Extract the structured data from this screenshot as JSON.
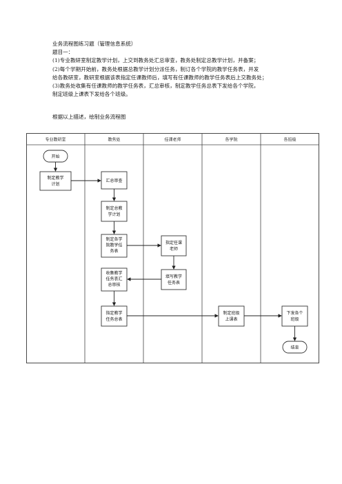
{
  "document": {
    "heading": "业务流程图练习题（管理信息系统）",
    "question_label": "题目一：",
    "lines": [
      "(1)专业教研室制定教学计划，上交到教务处汇总审查，教务处制定总教学计划，并备案；",
      "(2)每个学期开始前，教务处根据总教学计划分派任务，制订各个学院的教学任务表，并发",
      "给各教研室，教研室根据该表指定任课教师后，填写有任课教师的教学任务表后上交教务处；",
      "(3)教务处收集有任课教师的教学任务表，汇总审核，制定教学任务总表下发给各个学院，",
      "制定班级上课表下发给各个班级。"
    ],
    "instruction": "根据以上描述，绘制业务流程图"
  },
  "diagram": {
    "lanes": [
      "专业教研室",
      "教务处",
      "任课老师",
      "各学院",
      "各班级"
    ],
    "nodes": {
      "start": "开始",
      "make_plan": [
        "制定教学",
        "计划"
      ],
      "review": "汇总审查",
      "total_plan": [
        "制定总教",
        "学计划"
      ],
      "college_tasks": [
        "制定各学",
        "院教学任",
        "务表"
      ],
      "assign_teacher": [
        "指定任课",
        "老师"
      ],
      "fill_tasks": [
        "填写教学",
        "任务表"
      ],
      "collect": [
        "收集教学",
        "任务表汇",
        "总审核"
      ],
      "task_total": [
        "指定教学",
        "任务总表"
      ],
      "class_schedule": [
        "制定班级",
        "上课表"
      ],
      "dispatch": [
        "下发各个",
        "班级"
      ],
      "end": "结束"
    }
  }
}
